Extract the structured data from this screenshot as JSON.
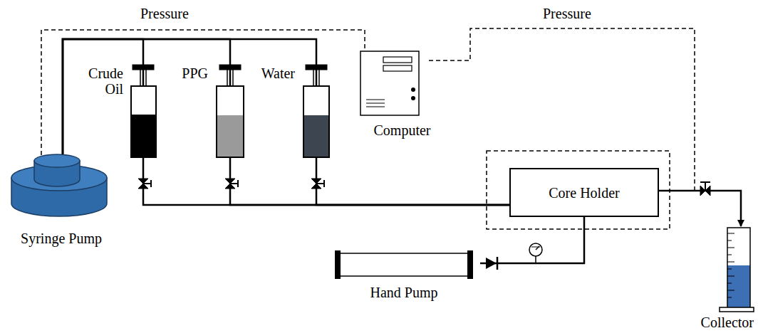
{
  "diagram": {
    "nodes": [
      {
        "text": [
          "Syringe Pump"
        ]
      },
      {
        "text": [
          "Crude Oil"
        ]
      },
      {
        "text": [
          "PPG"
        ]
      },
      {
        "text": [
          "Water"
        ]
      },
      {
        "text": [
          "Computer"
        ]
      },
      {
        "text": [
          "Core Holder"
        ]
      },
      {
        "text": [
          "Hand Pump"
        ]
      },
      {
        "text": [
          "Collector"
        ]
      }
    ],
    "edges": [
      {
        "from": 0,
        "to": 1,
        "arrow": "none"
      },
      {
        "from": 0,
        "to": 2,
        "arrow": "none"
      },
      {
        "from": 0,
        "to": 3,
        "arrow": "none"
      },
      {
        "from": 1,
        "to": 5,
        "arrow": "none"
      },
      {
        "from": 2,
        "to": 5,
        "arrow": "none"
      },
      {
        "from": 3,
        "to": 5,
        "arrow": "none"
      },
      {
        "from": 5,
        "to": 7,
        "arrow": "to"
      },
      {
        "from": 6,
        "to": 5,
        "arrow": "none"
      },
      {
        "from": 0,
        "to": 4,
        "label": "Pressure",
        "arrow": "none"
      }
    ],
    "labels": [
      "Pressure"
    ]
  }
}
